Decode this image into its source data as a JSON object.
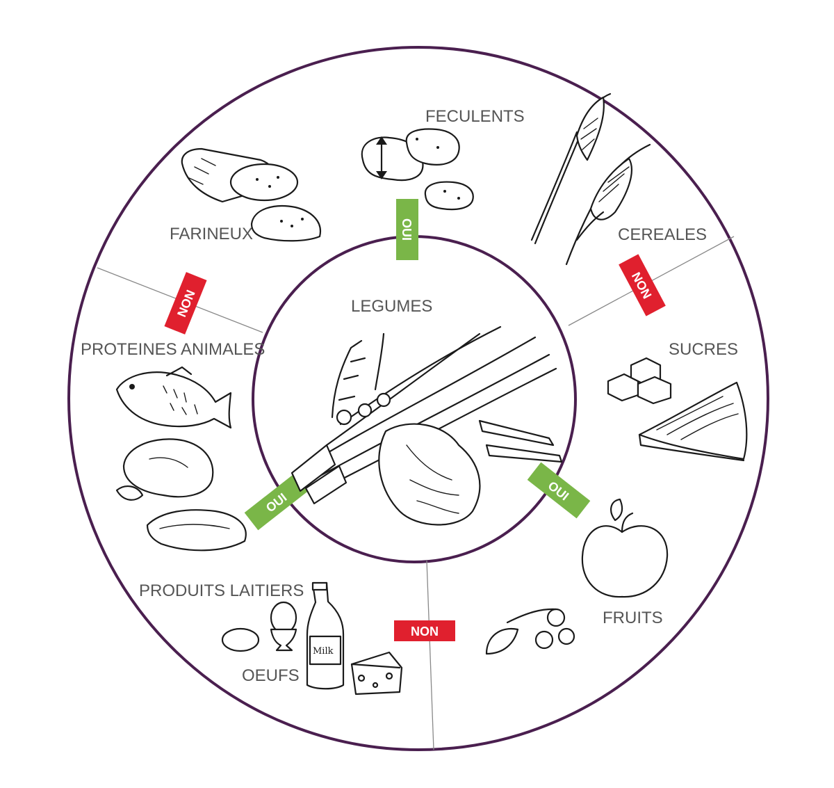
{
  "center": {
    "label": "LEGUMES"
  },
  "groups": {
    "feculents": "FECULENTS",
    "cereales": "CEREALES",
    "sucres": "SUCRES",
    "fruits": "FRUITS",
    "produits_laitiers": "PRODUITS LAITIERS",
    "oeufs": "OEUFS",
    "proteines_animales": "PROTEINES ANIMALES",
    "farineux": "FARINEUX"
  },
  "compatibility": {
    "feculents": "OUI",
    "cereales_sucres": "NON",
    "fruits": "OUI",
    "produits_laitiers_fruits": "NON",
    "proteines_animales": "OUI",
    "farineux_proteines": "NON"
  },
  "milk_label": "Milk",
  "colors": {
    "ring": "#4a1f4f",
    "oui": "#7ab648",
    "non": "#e0202e",
    "label": "#555555"
  }
}
